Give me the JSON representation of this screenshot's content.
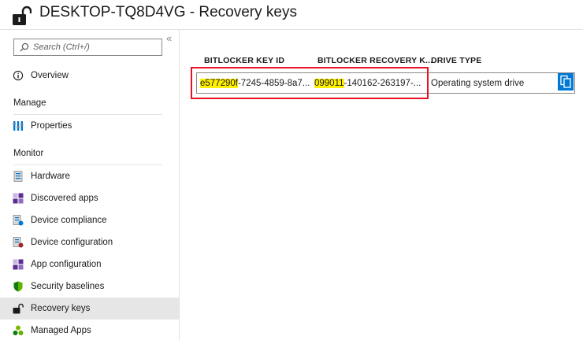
{
  "page": {
    "title": "DESKTOP-TQ8D4VG - Recovery keys",
    "title_icon": "padlock-icon"
  },
  "sidebar": {
    "search_placeholder": "Search (Ctrl+/)",
    "collapse_glyph": "«",
    "overview": {
      "label": "Overview",
      "icon": "info-icon"
    },
    "manage_header": "Manage",
    "manage_items": [
      {
        "label": "Properties",
        "icon": "properties-icon"
      }
    ],
    "monitor_header": "Monitor",
    "monitor_items": [
      {
        "label": "Hardware",
        "icon": "document-icon"
      },
      {
        "label": "Discovered apps",
        "icon": "apps-grid-icon"
      },
      {
        "label": "Device compliance",
        "icon": "compliance-icon"
      },
      {
        "label": "Device configuration",
        "icon": "configuration-icon"
      },
      {
        "label": "App configuration",
        "icon": "apps-grid-icon"
      },
      {
        "label": "Security baselines",
        "icon": "shield-icon"
      },
      {
        "label": "Recovery keys",
        "icon": "padlock-icon",
        "selected": true
      },
      {
        "label": "Managed Apps",
        "icon": "managed-apps-icon"
      }
    ]
  },
  "table": {
    "columns": [
      "BITLOCKER KEY ID",
      "BITLOCKER RECOVERY K...",
      "DRIVE TYPE"
    ],
    "rows": [
      {
        "key_id_highlight": "e577290f",
        "key_id_rest": "-7245-4859-8a7...",
        "recovery_key_highlight": "099011",
        "recovery_key_rest": "-140162-263197-...",
        "drive_type": "Operating system drive"
      }
    ],
    "copy_icon": "copy-icon"
  },
  "colors": {
    "accent": "#0078d4",
    "highlight": "#fff100",
    "annotation_frame": "#e81123",
    "selected_bg": "#e6e6e6"
  }
}
